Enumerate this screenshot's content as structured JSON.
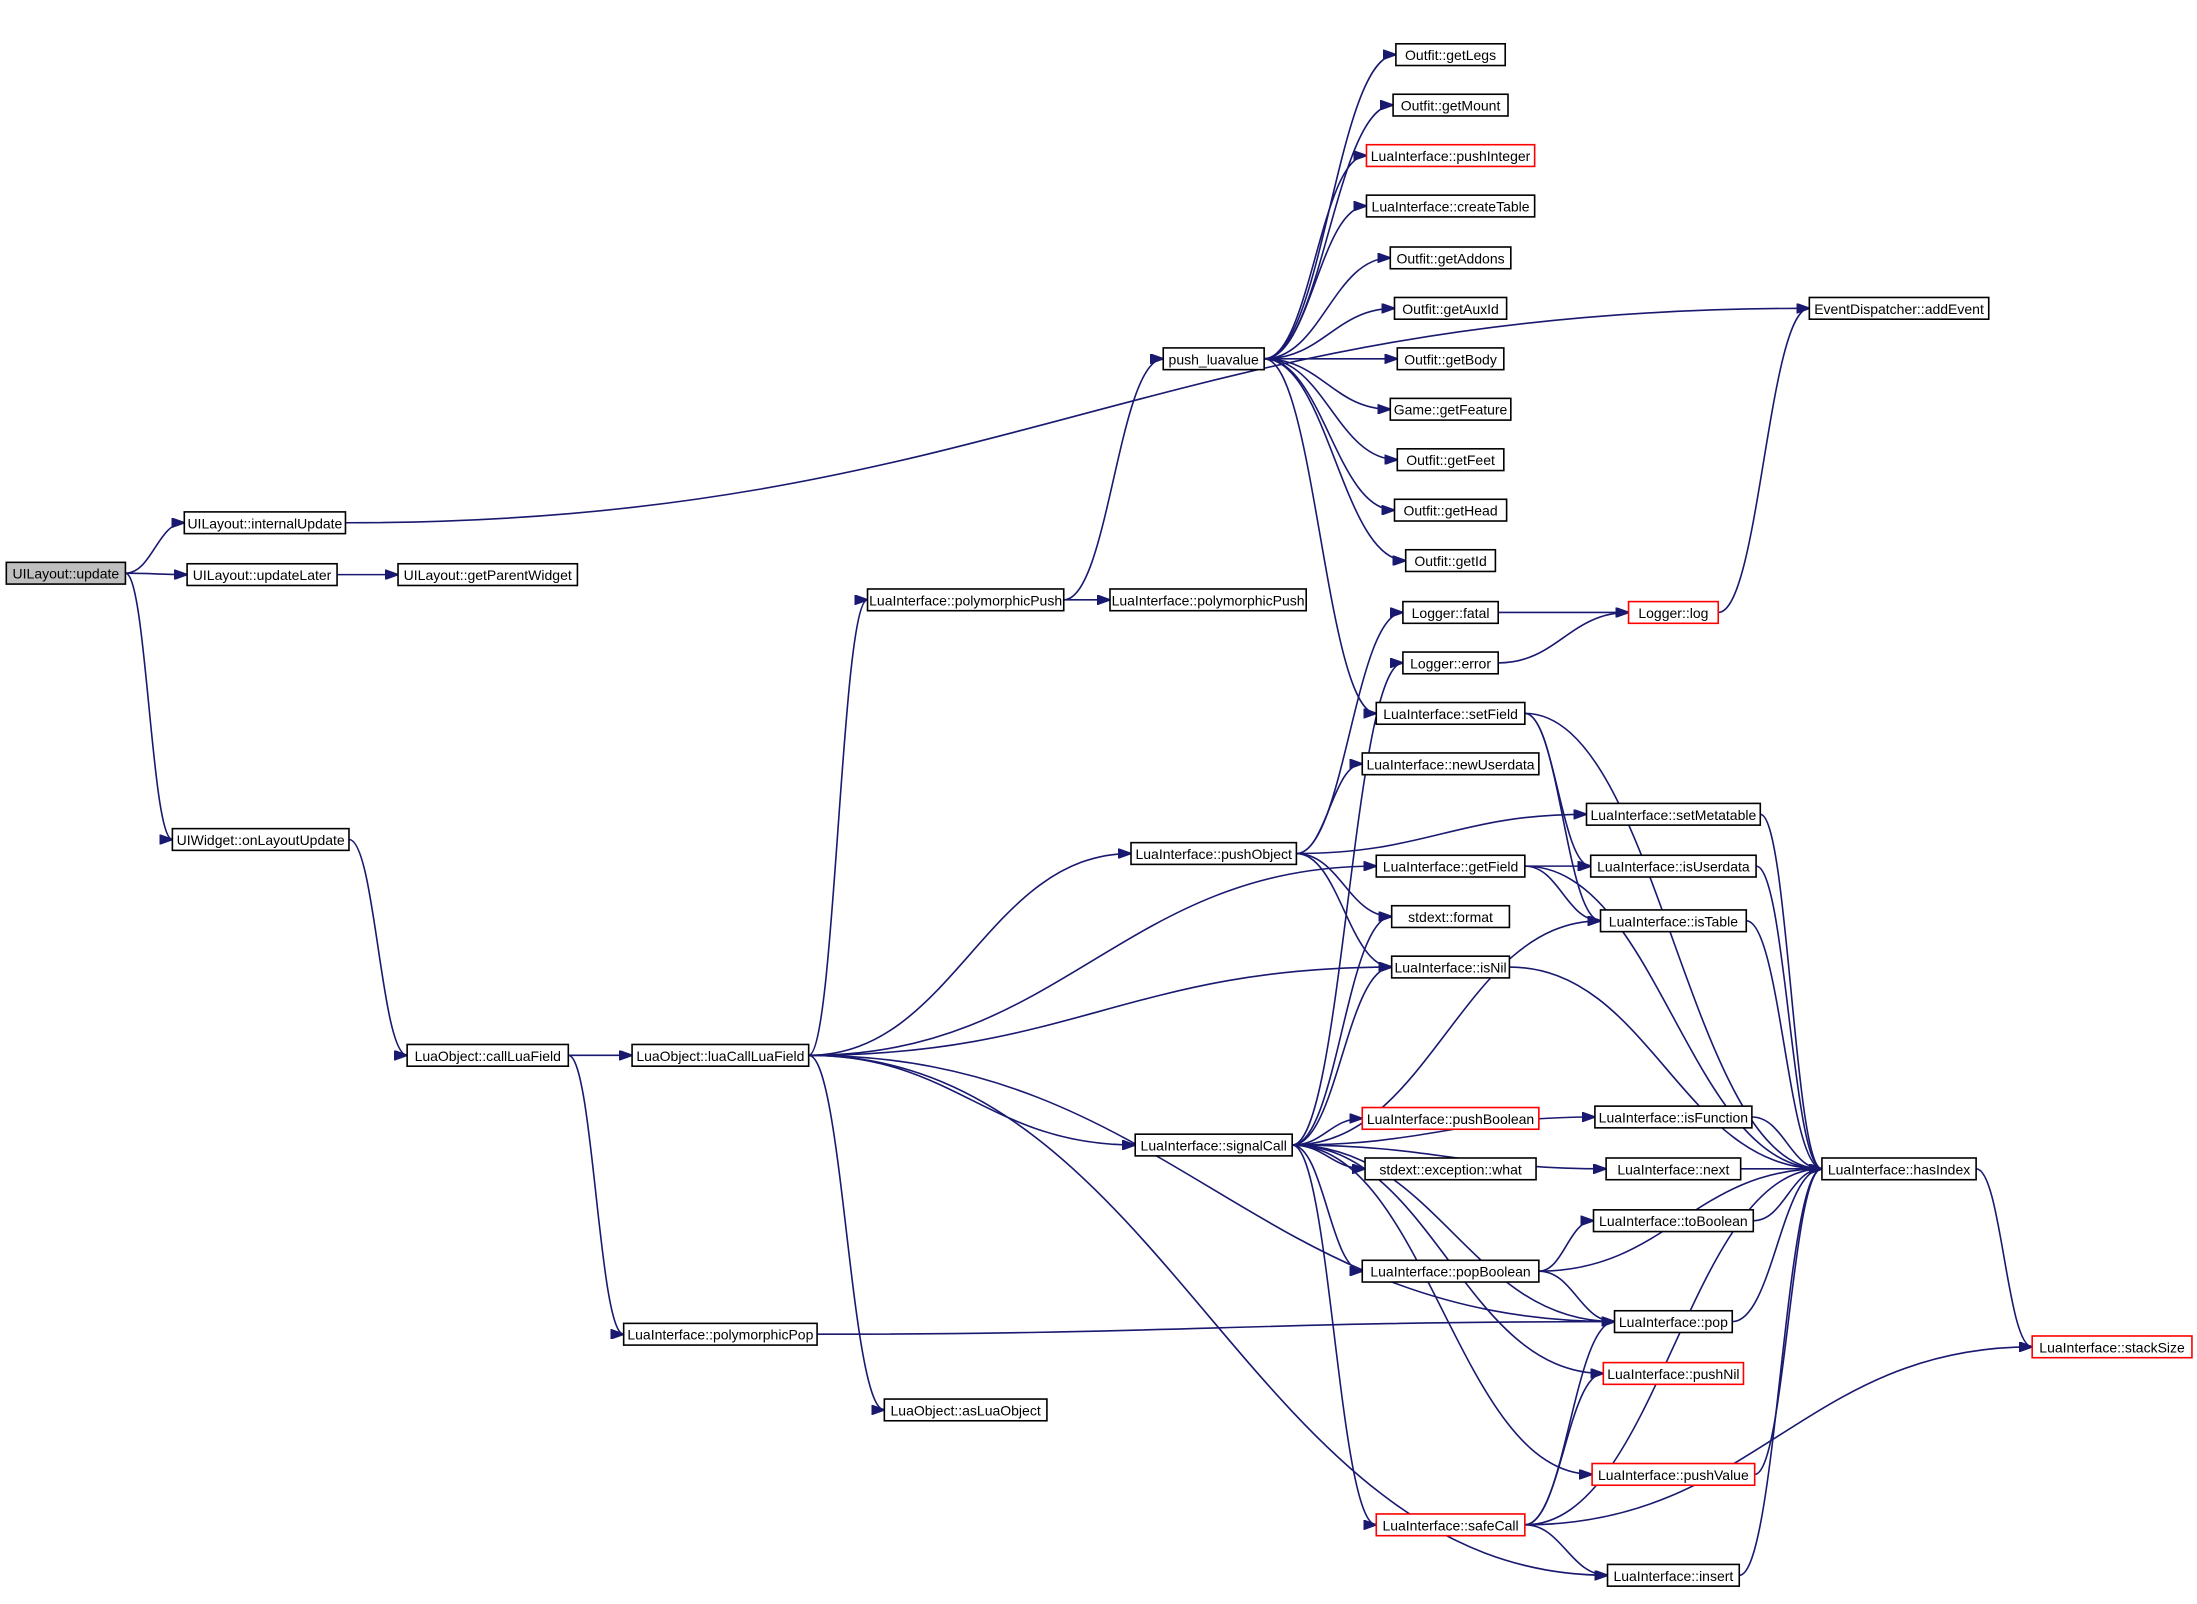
{
  "graph": {
    "root": "UILayout::update",
    "colors": {
      "edge": "#191970",
      "node_border": "#000000",
      "truncated_border": "#ff0000",
      "root_fill": "#bfbfbf"
    },
    "nodes": [
      {
        "id": "n_update",
        "label": "UILayout::update",
        "root": true
      },
      {
        "id": "n_internalUpdate",
        "label": "UILayout::internalUpdate"
      },
      {
        "id": "n_updateLater",
        "label": "UILayout::updateLater"
      },
      {
        "id": "n_getParentWidget",
        "label": "UILayout::getParentWidget"
      },
      {
        "id": "n_onLayoutUpdate",
        "label": "UIWidget::onLayoutUpdate"
      },
      {
        "id": "n_callLuaField",
        "label": "LuaObject::callLuaField"
      },
      {
        "id": "n_luaCallLuaField",
        "label": "LuaObject::luaCallLuaField"
      },
      {
        "id": "n_polymorphicPop",
        "label": "LuaInterface::polymorphicPop"
      },
      {
        "id": "n_polymorphicPush1",
        "label": "LuaInterface::polymorphicPush"
      },
      {
        "id": "n_polymorphicPush2",
        "label": "LuaInterface::polymorphicPush"
      },
      {
        "id": "n_asLuaObject",
        "label": "LuaObject::asLuaObject"
      },
      {
        "id": "n_push_luavalue",
        "label": "push_luavalue"
      },
      {
        "id": "n_getLegs",
        "label": "Outfit::getLegs"
      },
      {
        "id": "n_getMount",
        "label": "Outfit::getMount"
      },
      {
        "id": "n_pushInteger",
        "label": "LuaInterface::pushInteger",
        "truncated": true
      },
      {
        "id": "n_createTable",
        "label": "LuaInterface::createTable"
      },
      {
        "id": "n_getAddons",
        "label": "Outfit::getAddons"
      },
      {
        "id": "n_getAuxId",
        "label": "Outfit::getAuxId"
      },
      {
        "id": "n_getBody",
        "label": "Outfit::getBody"
      },
      {
        "id": "n_getFeature",
        "label": "Game::getFeature"
      },
      {
        "id": "n_getFeet",
        "label": "Outfit::getFeet"
      },
      {
        "id": "n_getHead",
        "label": "Outfit::getHead"
      },
      {
        "id": "n_getId",
        "label": "Outfit::getId"
      },
      {
        "id": "n_fatal",
        "label": "Logger::fatal"
      },
      {
        "id": "n_error",
        "label": "Logger::error"
      },
      {
        "id": "n_log",
        "label": "Logger::log",
        "truncated": true
      },
      {
        "id": "n_addEvent",
        "label": "EventDispatcher::addEvent"
      },
      {
        "id": "n_setField",
        "label": "LuaInterface::setField"
      },
      {
        "id": "n_newUserdata",
        "label": "LuaInterface::newUserdata"
      },
      {
        "id": "n_pushObject",
        "label": "LuaInterface::pushObject"
      },
      {
        "id": "n_setMetatable",
        "label": "LuaInterface::setMetatable"
      },
      {
        "id": "n_getField",
        "label": "LuaInterface::getField"
      },
      {
        "id": "n_isUserdata",
        "label": "LuaInterface::isUserdata"
      },
      {
        "id": "n_format",
        "label": "stdext::format"
      },
      {
        "id": "n_isTable",
        "label": "LuaInterface::isTable"
      },
      {
        "id": "n_isNil",
        "label": "LuaInterface::isNil"
      },
      {
        "id": "n_signalCall",
        "label": "LuaInterface::signalCall"
      },
      {
        "id": "n_pushBoolean",
        "label": "LuaInterface::pushBoolean",
        "truncated": true
      },
      {
        "id": "n_isFunction",
        "label": "LuaInterface::isFunction"
      },
      {
        "id": "n_what",
        "label": "stdext::exception::what"
      },
      {
        "id": "n_next",
        "label": "LuaInterface::next"
      },
      {
        "id": "n_hasIndex",
        "label": "LuaInterface::hasIndex"
      },
      {
        "id": "n_toBoolean",
        "label": "LuaInterface::toBoolean"
      },
      {
        "id": "n_popBoolean",
        "label": "LuaInterface::popBoolean"
      },
      {
        "id": "n_pop",
        "label": "LuaInterface::pop"
      },
      {
        "id": "n_stackSize",
        "label": "LuaInterface::stackSize",
        "truncated": true
      },
      {
        "id": "n_pushNil",
        "label": "LuaInterface::pushNil",
        "truncated": true
      },
      {
        "id": "n_pushValue",
        "label": "LuaInterface::pushValue",
        "truncated": true
      },
      {
        "id": "n_safeCall",
        "label": "LuaInterface::safeCall",
        "truncated": true
      },
      {
        "id": "n_insert",
        "label": "LuaInterface::insert"
      }
    ],
    "edges": [
      [
        "n_update",
        "n_internalUpdate"
      ],
      [
        "n_update",
        "n_updateLater"
      ],
      [
        "n_update",
        "n_onLayoutUpdate"
      ],
      [
        "n_internalUpdate",
        "n_addEvent"
      ],
      [
        "n_updateLater",
        "n_getParentWidget"
      ],
      [
        "n_onLayoutUpdate",
        "n_callLuaField"
      ],
      [
        "n_callLuaField",
        "n_luaCallLuaField"
      ],
      [
        "n_callLuaField",
        "n_polymorphicPop"
      ],
      [
        "n_luaCallLuaField",
        "n_polymorphicPush1"
      ],
      [
        "n_luaCallLuaField",
        "n_pushObject"
      ],
      [
        "n_luaCallLuaField",
        "n_getField"
      ],
      [
        "n_luaCallLuaField",
        "n_isNil"
      ],
      [
        "n_luaCallLuaField",
        "n_signalCall"
      ],
      [
        "n_luaCallLuaField",
        "n_pop"
      ],
      [
        "n_luaCallLuaField",
        "n_asLuaObject"
      ],
      [
        "n_luaCallLuaField",
        "n_insert"
      ],
      [
        "n_polymorphicPush1",
        "n_push_luavalue"
      ],
      [
        "n_polymorphicPush1",
        "n_polymorphicPush2"
      ],
      [
        "n_polymorphicPop",
        "n_pop"
      ],
      [
        "n_push_luavalue",
        "n_getLegs"
      ],
      [
        "n_push_luavalue",
        "n_getMount"
      ],
      [
        "n_push_luavalue",
        "n_pushInteger"
      ],
      [
        "n_push_luavalue",
        "n_createTable"
      ],
      [
        "n_push_luavalue",
        "n_getAddons"
      ],
      [
        "n_push_luavalue",
        "n_getAuxId"
      ],
      [
        "n_push_luavalue",
        "n_getBody"
      ],
      [
        "n_push_luavalue",
        "n_getFeature"
      ],
      [
        "n_push_luavalue",
        "n_getFeet"
      ],
      [
        "n_push_luavalue",
        "n_getHead"
      ],
      [
        "n_push_luavalue",
        "n_getId"
      ],
      [
        "n_push_luavalue",
        "n_setField"
      ],
      [
        "n_fatal",
        "n_log"
      ],
      [
        "n_error",
        "n_log"
      ],
      [
        "n_log",
        "n_addEvent"
      ],
      [
        "n_setField",
        "n_hasIndex"
      ],
      [
        "n_setField",
        "n_isUserdata"
      ],
      [
        "n_setField",
        "n_isTable"
      ],
      [
        "n_pushObject",
        "n_fatal"
      ],
      [
        "n_pushObject",
        "n_newUserdata"
      ],
      [
        "n_pushObject",
        "n_setMetatable"
      ],
      [
        "n_pushObject",
        "n_format"
      ],
      [
        "n_pushObject",
        "n_isNil"
      ],
      [
        "n_setMetatable",
        "n_hasIndex"
      ],
      [
        "n_getField",
        "n_isUserdata"
      ],
      [
        "n_getField",
        "n_isTable"
      ],
      [
        "n_getField",
        "n_hasIndex"
      ],
      [
        "n_isUserdata",
        "n_hasIndex"
      ],
      [
        "n_isTable",
        "n_hasIndex"
      ],
      [
        "n_isNil",
        "n_hasIndex"
      ],
      [
        "n_signalCall",
        "n_error"
      ],
      [
        "n_signalCall",
        "n_format"
      ],
      [
        "n_signalCall",
        "n_isNil"
      ],
      [
        "n_signalCall",
        "n_isTable"
      ],
      [
        "n_signalCall",
        "n_isFunction"
      ],
      [
        "n_signalCall",
        "n_pushBoolean"
      ],
      [
        "n_signalCall",
        "n_what"
      ],
      [
        "n_signalCall",
        "n_next"
      ],
      [
        "n_signalCall",
        "n_popBoolean"
      ],
      [
        "n_signalCall",
        "n_pop"
      ],
      [
        "n_signalCall",
        "n_pushNil"
      ],
      [
        "n_signalCall",
        "n_safeCall"
      ],
      [
        "n_signalCall",
        "n_pushValue"
      ],
      [
        "n_isFunction",
        "n_hasIndex"
      ],
      [
        "n_next",
        "n_hasIndex"
      ],
      [
        "n_toBoolean",
        "n_hasIndex"
      ],
      [
        "n_popBoolean",
        "n_toBoolean"
      ],
      [
        "n_popBoolean",
        "n_pop"
      ],
      [
        "n_popBoolean",
        "n_hasIndex"
      ],
      [
        "n_pop",
        "n_hasIndex"
      ],
      [
        "n_hasIndex",
        "n_stackSize"
      ],
      [
        "n_pushValue",
        "n_hasIndex"
      ],
      [
        "n_safeCall",
        "n_pop"
      ],
      [
        "n_safeCall",
        "n_pushNil"
      ],
      [
        "n_safeCall",
        "n_hasIndex"
      ],
      [
        "n_safeCall",
        "n_stackSize"
      ],
      [
        "n_safeCall",
        "n_insert"
      ],
      [
        "n_insert",
        "n_hasIndex"
      ]
    ]
  }
}
